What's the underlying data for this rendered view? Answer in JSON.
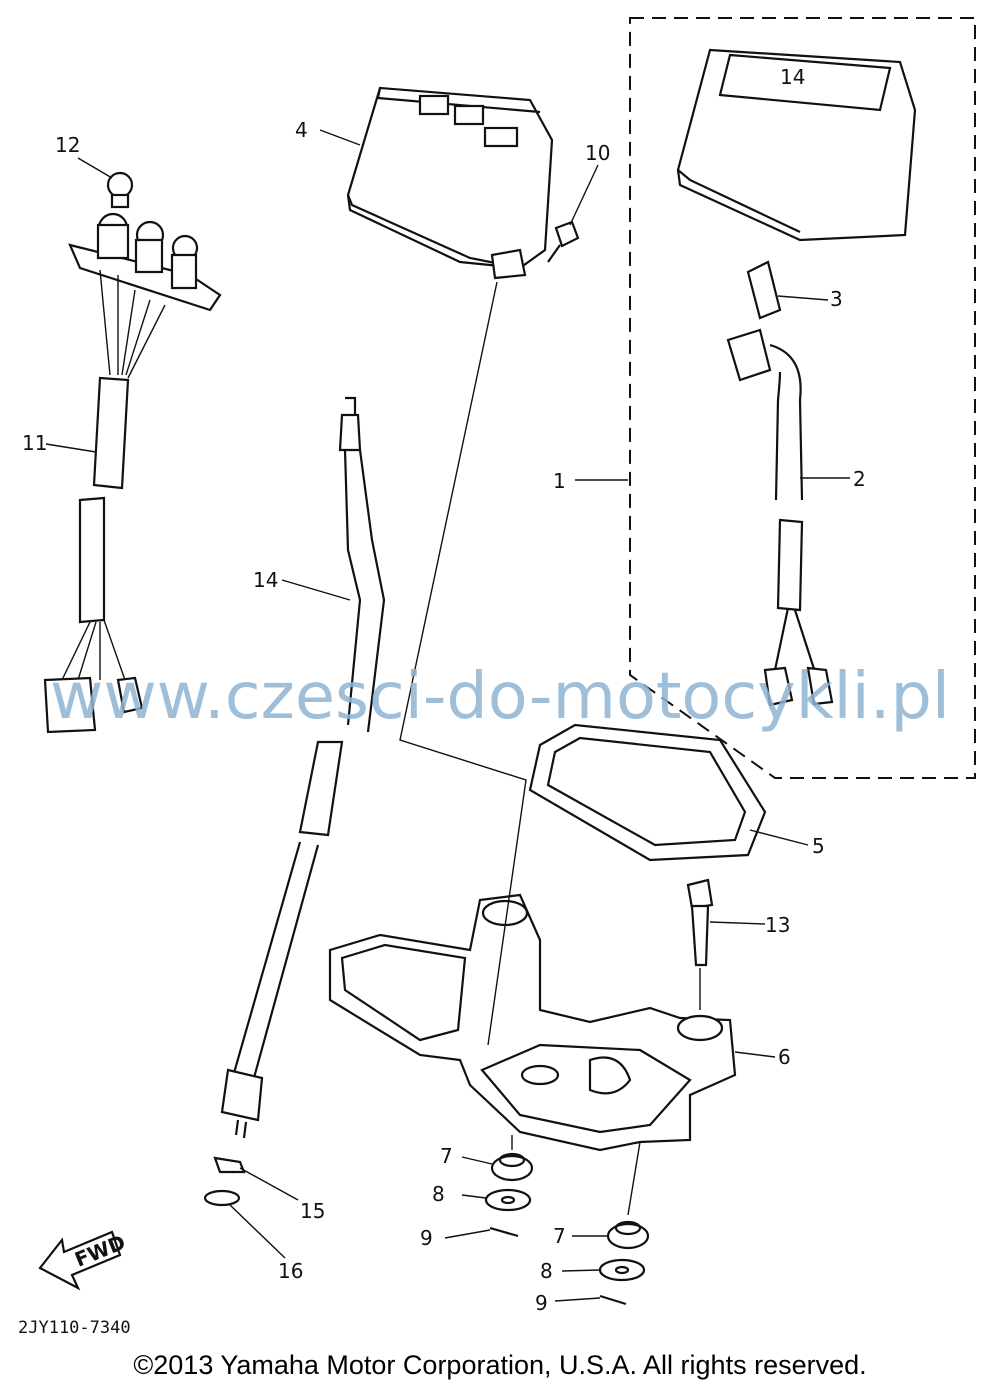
{
  "diagram": {
    "part_labels": [
      "1",
      "2",
      "3",
      "4",
      "5",
      "6",
      "7",
      "8",
      "9",
      "10",
      "11",
      "12",
      "13",
      "14",
      "15",
      "16",
      "7",
      "8",
      "9"
    ],
    "fwd_label": "FWD",
    "diagram_code": "2JY110-7340",
    "watermark": "www.czesci-do-motocykli.pl"
  },
  "footer": {
    "copyright": "©2013 Yamaha Motor Corporation, U.S.A. All rights reserved."
  }
}
